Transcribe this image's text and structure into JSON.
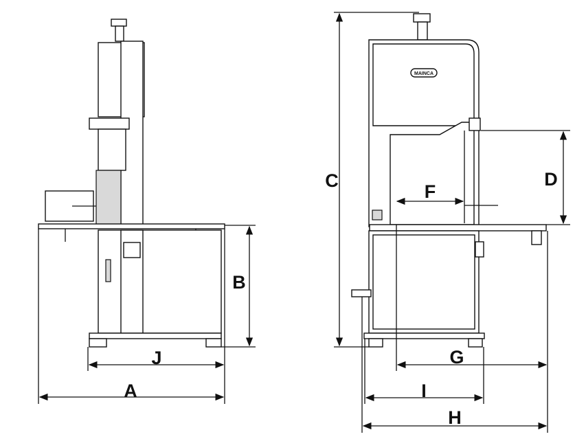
{
  "diagram": {
    "logo_text": "MAINCA",
    "dimensions": {
      "A": "A",
      "B": "B",
      "C": "C",
      "D": "D",
      "F": "F",
      "G": "G",
      "H": "H",
      "I": "I",
      "J": "J"
    }
  }
}
